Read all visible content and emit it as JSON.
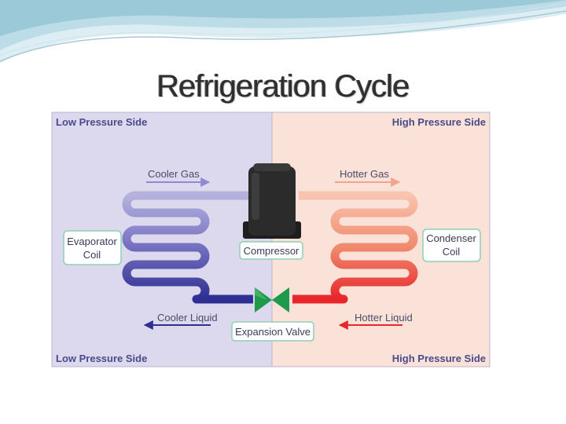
{
  "title": "Refrigeration Cycle",
  "labels": {
    "low_side_top": "Low Pressure Side",
    "high_side_top": "High Pressure Side",
    "low_side_bottom": "Low Pressure Side",
    "high_side_bottom": "High Pressure Side",
    "cooler_gas": "Cooler Gas",
    "hotter_gas": "Hotter Gas",
    "cooler_liquid": "Cooler Liquid",
    "hotter_liquid": "Hotter Liquid",
    "evaporator_1": "Evaporator",
    "evaporator_2": "Coil",
    "condenser_1": "Condenser",
    "condenser_2": "Coil",
    "compressor": "Compressor",
    "expansion_valve": "Expansion Valve"
  },
  "colors": {
    "low_bg": "#dcd9ee",
    "high_bg": "#fae2d8",
    "gas_cool": "#a9a4d6",
    "liquid_cool": "#2e2f92",
    "gas_hot": "#f6b8a2",
    "liquid_hot": "#e8262c",
    "valve": "#1e9a4a",
    "compressor": "#2a2a2a",
    "label_text": "#4a4a8a"
  }
}
